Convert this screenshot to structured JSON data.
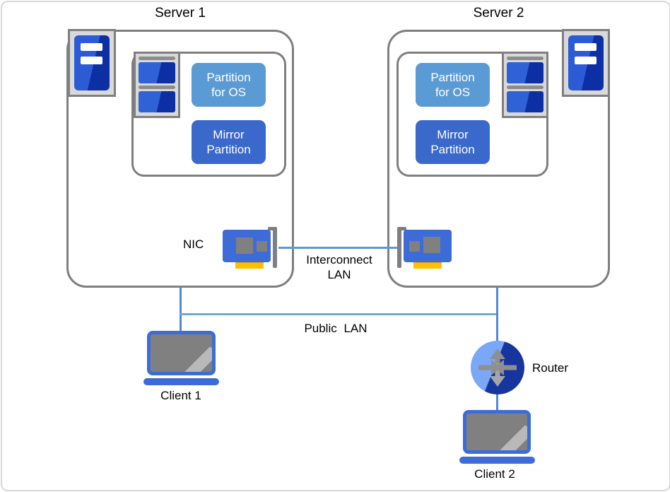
{
  "servers": [
    {
      "title": "Server 1",
      "partitions": [
        {
          "line1": "Partition",
          "line2": "for OS",
          "color": "#5B9BD5"
        },
        {
          "line1": "Mirror",
          "line2": "Partition",
          "color": "#3B68CB"
        }
      ]
    },
    {
      "title": "Server 2",
      "partitions": [
        {
          "line1": "Partition",
          "line2": "for OS",
          "color": "#5B9BD5"
        },
        {
          "line1": "Mirror",
          "line2": "Partition",
          "color": "#3B68CB"
        }
      ]
    }
  ],
  "labels": {
    "nic": "NIC",
    "interconnect_line1": "Interconnect",
    "interconnect_line2": "LAN",
    "public_lan": "Public LAN",
    "router": "Router",
    "client1": "Client 1",
    "client2": "Client 2"
  },
  "icons": {
    "server_tower": "server-tower-icon",
    "disk_stack": "disk-stack-icon",
    "nic_card": "nic-card-icon",
    "laptop": "laptop-icon",
    "router": "router-icon"
  },
  "colors": {
    "box_border": "#7F7F7F",
    "icon_tray_gray": "#D9D9D9",
    "device_blue": "#3D6CD8",
    "tower_blue_light": "#2B5CD6",
    "tower_blue_dark": "#0C2FA4",
    "partition_os_blue": "#5B9BD5",
    "mirror_partition_blue": "#3B68CB",
    "nic_connector_yellow": "#FFC000",
    "chip_gray": "#808080",
    "lan_line_blue": "#6FA8DC",
    "interconnect_line_blue": "#5B9BD5",
    "drop_line_blue": "#5289DA",
    "router_light_blue": "#7AA7F8",
    "router_dark_blue": "#16359E"
  }
}
